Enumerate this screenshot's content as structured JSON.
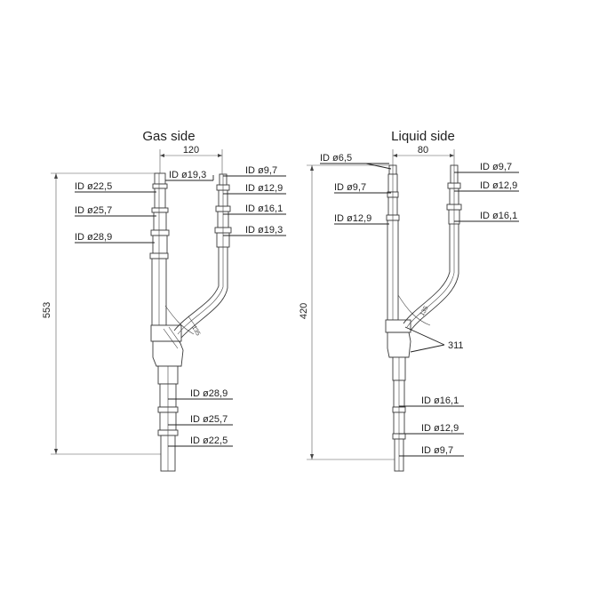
{
  "gas_side": {
    "title": "Gas side",
    "width_dim": "120",
    "height_dim": "553",
    "label_id_19_3": "ID ø19,3",
    "label_id_22_5": "ID ø22,5",
    "label_id_25_7": "ID ø25,7",
    "label_id_28_9": "ID ø28,9",
    "label_r_9_7": "ID ø9,7",
    "label_r_12_9": "ID ø12,9",
    "label_r_16_1": "ID ø16,1",
    "label_r_19_3": "ID ø19,3",
    "label_b_28_9": "ID ø28,9",
    "label_b_25_7": "ID ø25,7",
    "label_b_22_5": "ID ø22,5",
    "angle": "135"
  },
  "liquid_side": {
    "title": "Liquid side",
    "width_dim": "80",
    "height_dim": "420",
    "label_id_6_5": "ID ø6,5",
    "label_id_9_7": "ID ø9,7",
    "label_id_12_9": "ID ø12,9",
    "label_r_9_7": "ID ø9,7",
    "label_r_12_9": "ID ø12,9",
    "label_r_16_1": "ID ø16,1",
    "label_311": "311",
    "label_b_16_1": "ID ø16,1",
    "label_b_12_9": "ID ø12,9",
    "label_b_9_7": "ID ø9,7",
    "angle": "135"
  }
}
